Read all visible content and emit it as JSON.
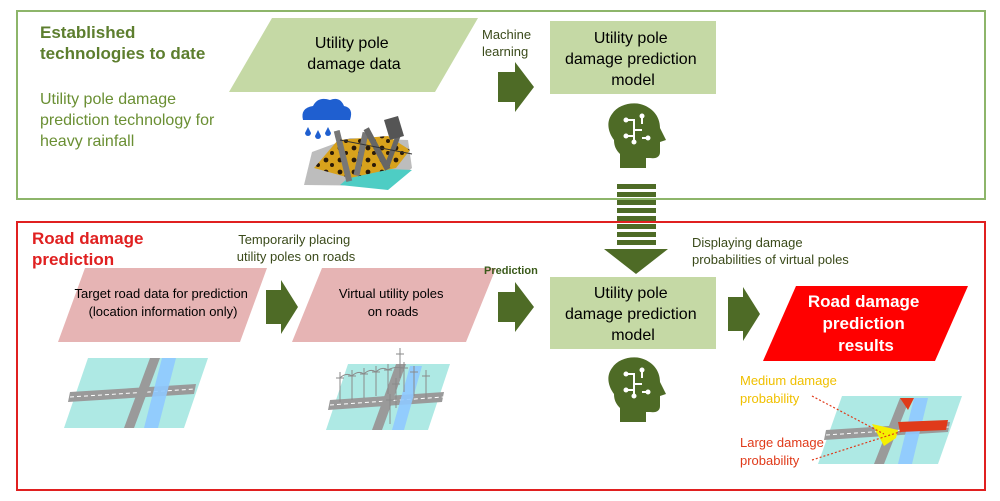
{
  "top_panel": {
    "heading_line1": "Established",
    "heading_line2": "technologies to date",
    "sub_line1": "Utility pole damage",
    "sub_line2": "prediction technology for",
    "sub_line3": "heavy rainfall",
    "data_box_line1": "Utility pole",
    "data_box_line2": "damage data",
    "arrow_label_line1": "Machine",
    "arrow_label_line2": "learning",
    "model_line1": "Utility pole",
    "model_line2": "damage prediction",
    "model_line3": "model"
  },
  "bottom_panel": {
    "heading_line1": "Road damage",
    "heading_line2": "prediction",
    "placing_line1": "Temporarily placing",
    "placing_line2": "utility poles on roads",
    "target_line1": "Target road data for prediction",
    "target_line2": "(location information only)",
    "virtual_line1": "Virtual utility poles",
    "virtual_line2": "on roads",
    "prediction_label": "Prediction",
    "displaying_line1": "Displaying damage",
    "displaying_line2": "probabilities of virtual poles",
    "model_line1": "Utility pole",
    "model_line2": "damage prediction",
    "model_line3": "model",
    "result_line1": "Road damage",
    "result_line2": "prediction",
    "result_line3": "results",
    "medium_line1": "Medium damage",
    "medium_line2": "probability",
    "large_line1": "Large damage",
    "large_line2": "probability"
  },
  "colors": {
    "green_border": "#8db56a",
    "green_box": "#c5d9a5",
    "dark_green": "#4e6b26",
    "heading_green": "#5d7e2e",
    "red_border": "#e02020",
    "pink_box": "#e6b4b4",
    "result_red": "#ff0000",
    "medium_yellow": "#f0c000",
    "large_red": "#e03a1a"
  }
}
